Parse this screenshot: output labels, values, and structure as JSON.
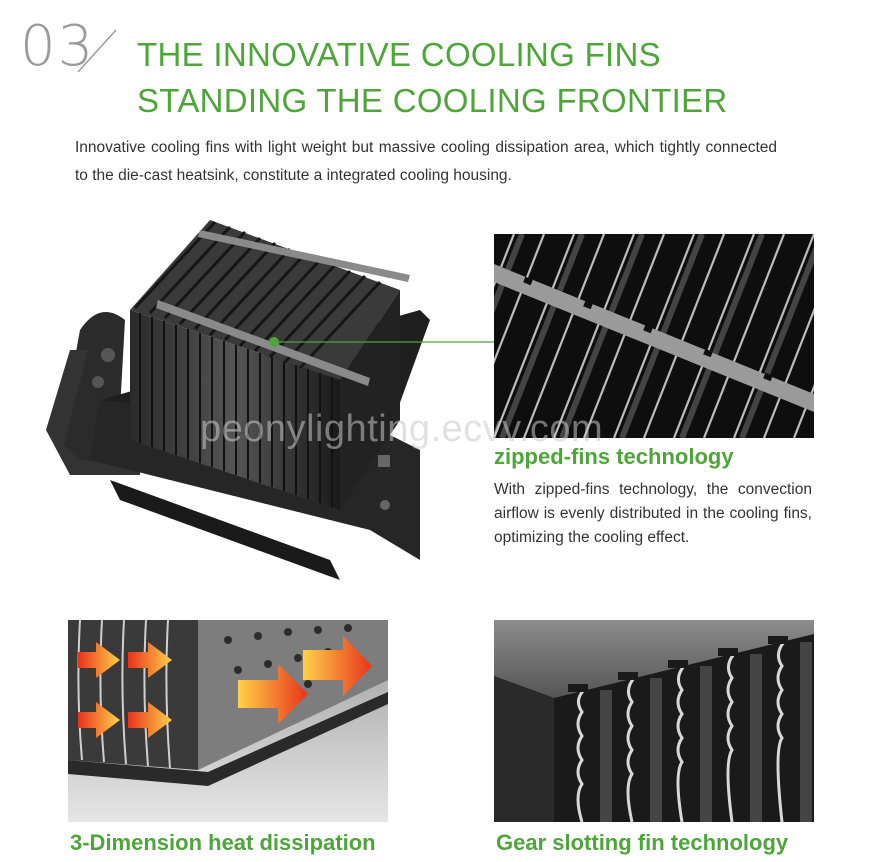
{
  "header": {
    "section_number": "03",
    "title_line1": "THE INNOVATIVE COOLING FINS",
    "title_line2": "STANDING THE COOLING FRONTIER"
  },
  "intro": {
    "text": "Innovative cooling fins with light weight but massive cooling dissipation area, which tightly connected to the die-cast heatsink, constitute a integrated cooling housing."
  },
  "features": {
    "zipped": {
      "title": "zipped-fins technology",
      "text": "With zipped-fins technology, the convection airflow is evenly distributed in the cooling fins, optimizing the cooling effect."
    },
    "dimension": {
      "title": "3-Dimension heat dissipation"
    },
    "gear": {
      "title": "Gear slotting fin technology"
    }
  },
  "watermark": "peonylighting.ecvv.com",
  "colors": {
    "accent": "#4ea53a",
    "text": "#333333",
    "number": "#9a9a9a"
  }
}
